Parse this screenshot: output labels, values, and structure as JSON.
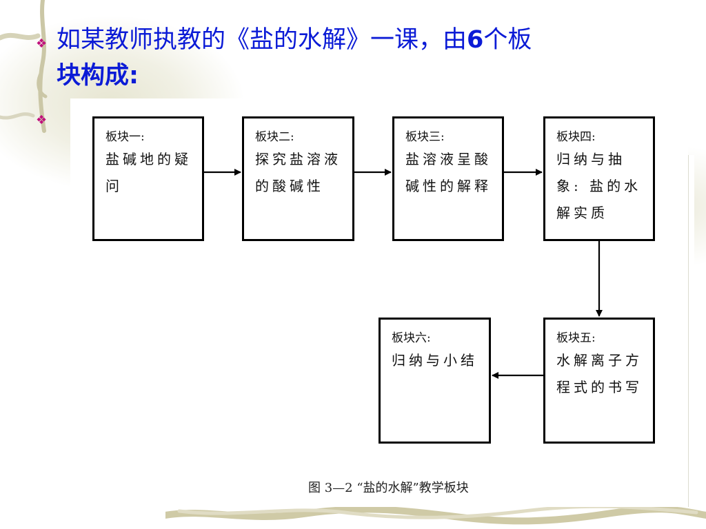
{
  "slide": {
    "title_line1_prefix": "如某教师执教的《盐的水解》一课，由",
    "title_line1_number": "6",
    "title_line1_suffix": "个板",
    "title_line2": "块构成:",
    "bullet_glyph": "❖"
  },
  "diagram": {
    "blocks": [
      {
        "id": "block-1",
        "label": "板块一:",
        "text": "盐碱地的疑问"
      },
      {
        "id": "block-2",
        "label": "板块二:",
        "text": "探究盐溶液的酸碱性"
      },
      {
        "id": "block-3",
        "label": "板块三:",
        "text": "盐溶液呈酸碱性的解释"
      },
      {
        "id": "block-4",
        "label": "板块四:",
        "text": "归纳与抽象: 盐的水解实质"
      },
      {
        "id": "block-5",
        "label": "板块五:",
        "text": "水解离子方程式的书写"
      },
      {
        "id": "block-6",
        "label": "板块六:",
        "text": "归纳与小结"
      }
    ],
    "caption": "图 3—2 “盐的水解”教学板块"
  },
  "colors": {
    "title": "#0b1bd6",
    "bullet": "#c0107c",
    "border": "#000000"
  }
}
